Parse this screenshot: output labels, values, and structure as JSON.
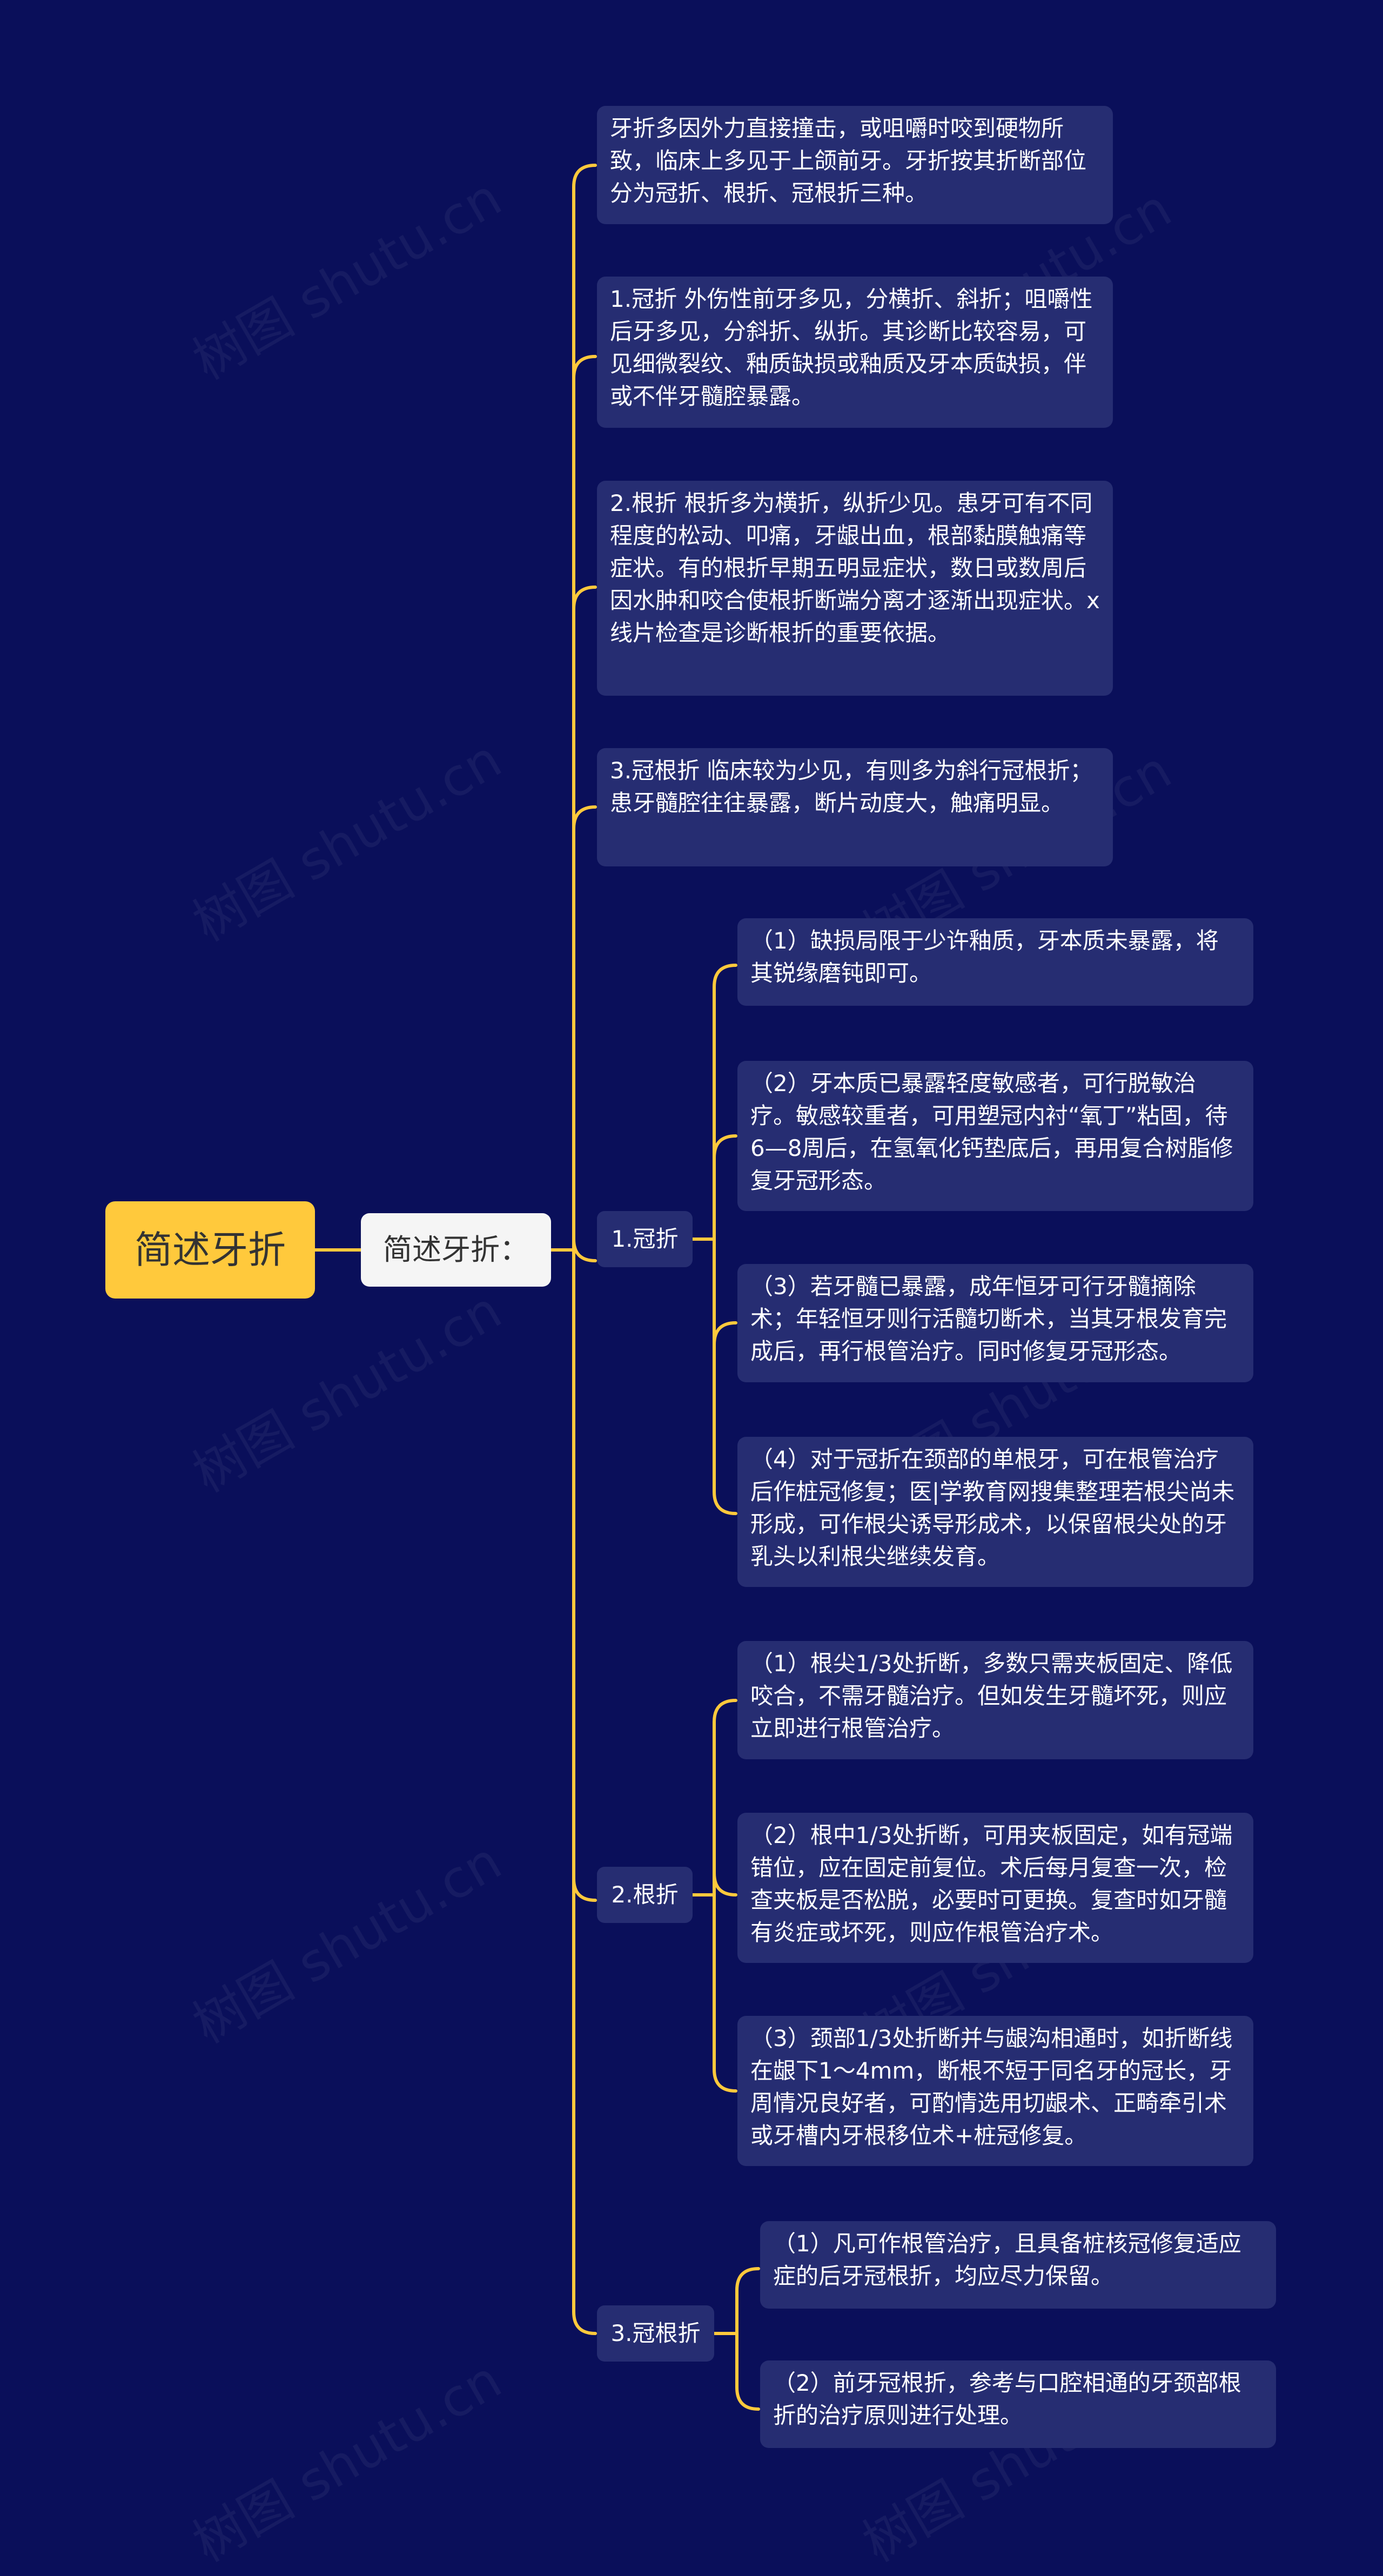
{
  "colors": {
    "background": "#0a0f5a",
    "connector": "#ffc93c",
    "root_fill": "#ffc93c",
    "node_fill": "#262d72",
    "sub_fill": "#f5f5f5"
  },
  "root": {
    "label": "简述牙折"
  },
  "sub": {
    "label": "简述牙折："
  },
  "intro": [
    "牙折多因外力直接撞击，或咀嚼时咬到硬物所致，临床上多见于上颌前牙。牙折按其折断部位分为冠折、根折、冠根折三种。",
    "1.冠折 外伤性前牙多见，分横折、斜折；咀嚼性后牙多见，分斜折、纵折。其诊断比较容易，可见细微裂纹、釉质缺损或釉质及牙本质缺损，伴或不伴牙髓腔暴露。",
    "2.根折 根折多为横折，纵折少见。患牙可有不同程度的松动、叩痛，牙龈出血，根部黏膜触痛等症状。有的根折早期五明显症状，数日或数周后因水肿和咬合使根折断端分离才逐渐出现症状。x线片检查是诊断根折的重要依据。",
    "3.冠根折 临床较为少见，有则多为斜行冠根折；患牙髓腔往往暴露，断片动度大，触痛明显。"
  ],
  "branches": [
    {
      "label": "1.冠折",
      "children": [
        "（1）缺损局限于少许釉质，牙本质未暴露，将其锐缘磨钝即可。",
        "（2）牙本质已暴露轻度敏感者，可行脱敏治疗。敏感较重者，可用塑冠内衬“氧丁”粘固，待6—8周后，在氢氧化钙垫底后，再用复合树脂修复牙冠形态。",
        "（3）若牙髓已暴露，成年恒牙可行牙髓摘除术；年轻恒牙则行活髓切断术，当其牙根发育完成后，再行根管治疗。同时修复牙冠形态。",
        "（4）对于冠折在颈部的单根牙，可在根管治疗后作桩冠修复；医|学教育网搜集整理若根尖尚未形成，可作根尖诱导形成术，以保留根尖处的牙乳头以利根尖继续发育。"
      ]
    },
    {
      "label": "2.根折",
      "children": [
        "（1）根尖1/3处折断，多数只需夹板固定、降低咬合，不需牙髓治疗。但如发生牙髓坏死，则应立即进行根管治疗。",
        "（2）根中1/3处折断，可用夹板固定，如有冠端错位，应在固定前复位。术后每月复查一次，检查夹板是否松脱，必要时可更换。复查时如牙髓有炎症或坏死，则应作根管治疗术。",
        "（3）颈部1/3处折断并与龈沟相通时，如折断线在龈下1～4mm，断根不短于同名牙的冠长，牙周情况良好者，可酌情选用切龈术、正畸牵引术或牙槽内牙根移位术+桩冠修复。"
      ]
    },
    {
      "label": "3.冠根折",
      "children": [
        "（1）凡可作根管治疗，且具备桩核冠修复适应症的后牙冠根折，均应尽力保留。",
        "（2）前牙冠根折，参考与口腔相通的牙颈部根折的治疗原则进行处理。"
      ]
    }
  ],
  "watermark": "树图 shutu.cn"
}
